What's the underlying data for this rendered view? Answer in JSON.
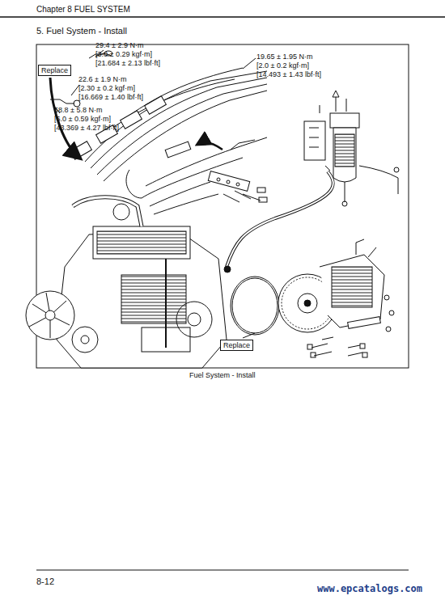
{
  "diagram": {
    "title": "5. Fuel System - Install",
    "caption": "Fuel System - Install",
    "nodes": [
      {
        "text": [
          "Replace"
        ]
      },
      {
        "text": [
          "Replace"
        ]
      }
    ],
    "edges": [],
    "labels": [
      "Chapter 8 FUEL SYSTEM",
      "29.4 ± 2.9 N·m",
      "[3.0 ± 0.29 kgf·m]",
      "[21.684 ± 2.13 lbf·ft]",
      "22.6 ± 1.9 N·m",
      "[2.30 ± 0.2 kgf·m]",
      "[16.669 ± 1.40 lbf·ft]",
      "58.8 ± 5.8 N·m",
      "[6.0 ± 0.59 kgf·m]",
      "[43.369 ± 4.27 lbf·ft]",
      "19.65 ± 1.95 N·m",
      "[2.0 ± 0.2 kgf·m]",
      "[14.493 ± 1.43 lbf·ft]",
      "8-12",
      "www.epcatalogs.com"
    ]
  }
}
